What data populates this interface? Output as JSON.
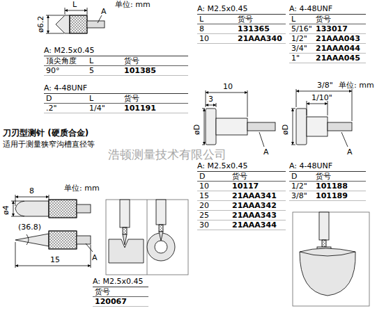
{
  "diagram": {
    "labels": [
      "ø6.2",
      "L",
      "A",
      "单位: mm",
      "A: M2.5x0.45",
      "顶尖角度",
      "L",
      "货号",
      "90°",
      "5",
      "101385",
      "A: 4-48UNF",
      "D",
      "L",
      "货号",
      ".2\"",
      "1/4\"",
      "101191",
      "A: M2.5x0.45",
      "L",
      "货号",
      "8",
      "131365",
      "10",
      "21AAA340",
      "A: 4-48UNF",
      "L",
      "货号",
      "5/16\"",
      "133017",
      "1/2\"",
      "21AAA043",
      "3/4\"",
      "21AAA044",
      "1\"",
      "21AAA045",
      "10",
      "3",
      "øD",
      "A",
      "3/8\"",
      "1/10\"",
      "单位: mm",
      "øD",
      "A",
      "刀刃型测针 (硬质合金)",
      "适用于测量狭窄沟槽直径等",
      "浩顿测量技术有限公司",
      "单位: mm",
      "8",
      "ø4",
      "(36.8)",
      "15",
      "A",
      "A: M2.5x0.45",
      "货号",
      "120067",
      "A: M2.5x0.45",
      "D",
      "货号",
      "10",
      "10117",
      "15",
      "21AAA341",
      "20",
      "21AAA342",
      "25",
      "21AAA343",
      "30",
      "21AAA344",
      "A: 4-48UNF",
      "D",
      "货号",
      "1/2\"",
      "101188",
      "3/8\"",
      "101189"
    ]
  }
}
